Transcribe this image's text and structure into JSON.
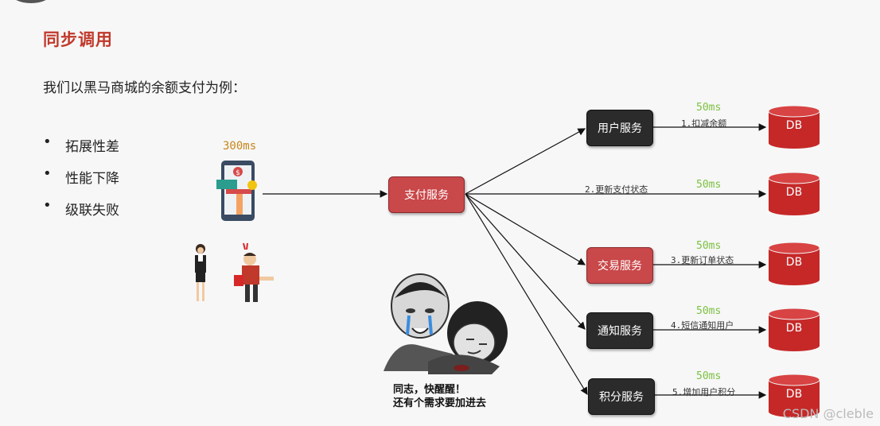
{
  "title": "同步调用",
  "intro": "我们以黑马商城的余额支付为例：",
  "bullets": [
    "拓展性差",
    "性能下降",
    "级联失败"
  ],
  "client": {
    "latency": "300ms",
    "icons": [
      "phone-payment-icon",
      "woman-icon",
      "angry-man-icon"
    ]
  },
  "pay_service": "支付服务",
  "services": [
    {
      "name": "用户服务",
      "step": "1.扣减余额",
      "latency": "50ms",
      "db": "DB"
    },
    {
      "name": "",
      "step": "2.更新支付状态",
      "latency": "50ms",
      "db": "DB"
    },
    {
      "name": "交易服务",
      "step": "3.更新订单状态",
      "latency": "50ms",
      "db": "DB"
    },
    {
      "name": "通知服务",
      "step": "4.短信通知用户",
      "latency": "50ms",
      "db": "DB"
    },
    {
      "name": "积分服务",
      "step": "5.增加用户积分",
      "latency": "50ms",
      "db": "DB"
    }
  ],
  "meme": {
    "line1": "同志，快醒醒！",
    "line2": "还有个需求要加进去"
  },
  "watermark": "CSDN @cleble",
  "colors": {
    "title": "#c0392b",
    "service_dark": "#2b2b2b",
    "service_red": "#c9484a",
    "db": "#c62828",
    "latency_client": "#c8861a",
    "latency_db": "#7cc142"
  }
}
